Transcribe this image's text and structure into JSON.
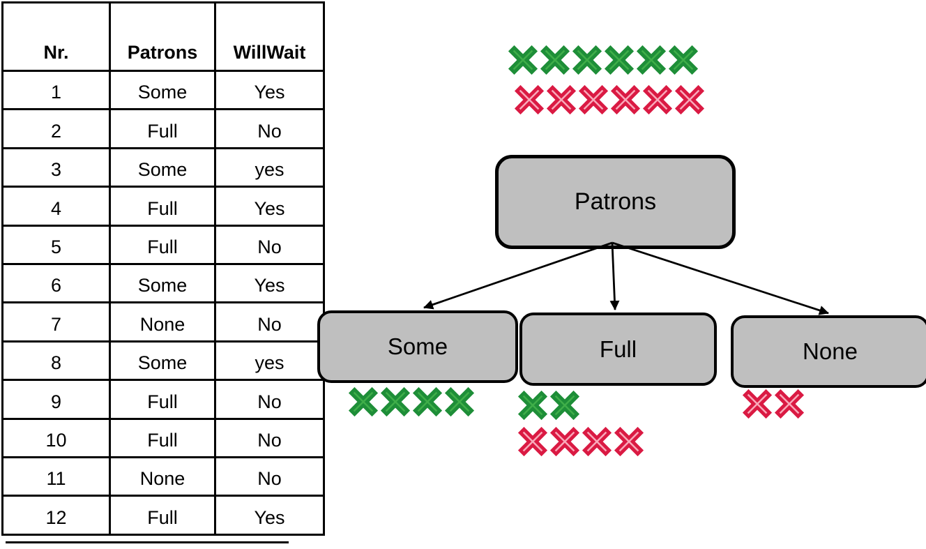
{
  "table": {
    "columns": [
      "Nr.",
      "Patrons",
      "WillWait"
    ],
    "rows": [
      [
        "1",
        "Some",
        "Yes"
      ],
      [
        "2",
        "Full",
        "No"
      ],
      [
        "3",
        "Some",
        "yes"
      ],
      [
        "4",
        "Full",
        "Yes"
      ],
      [
        "5",
        "Full",
        "No"
      ],
      [
        "6",
        "Some",
        "Yes"
      ],
      [
        "7",
        "None",
        "No"
      ],
      [
        "8",
        "Some",
        "yes"
      ],
      [
        "9",
        "Full",
        "No"
      ],
      [
        "10",
        "Full",
        "No"
      ],
      [
        "11",
        "None",
        "No"
      ],
      [
        "12",
        "Full",
        "Yes"
      ]
    ]
  },
  "tree": {
    "root": {
      "label": "Patrons"
    },
    "children": [
      {
        "label": "Some"
      },
      {
        "label": "Full"
      },
      {
        "label": "None"
      }
    ]
  },
  "clusters": {
    "root": {
      "green": 6,
      "red": 6
    },
    "some": {
      "green": 4,
      "red": 0
    },
    "full": {
      "green": 2,
      "red": 4
    },
    "none": {
      "green": 0,
      "red": 2
    }
  },
  "colors": {
    "node_fill": "#bfbfbf",
    "node_border": "#000000",
    "arrow": "#000000",
    "green_fill": "#3fae49",
    "green_stroke": "#1e8e38",
    "red_fill": "#f9a9ba",
    "red_stroke": "#da1a43"
  }
}
